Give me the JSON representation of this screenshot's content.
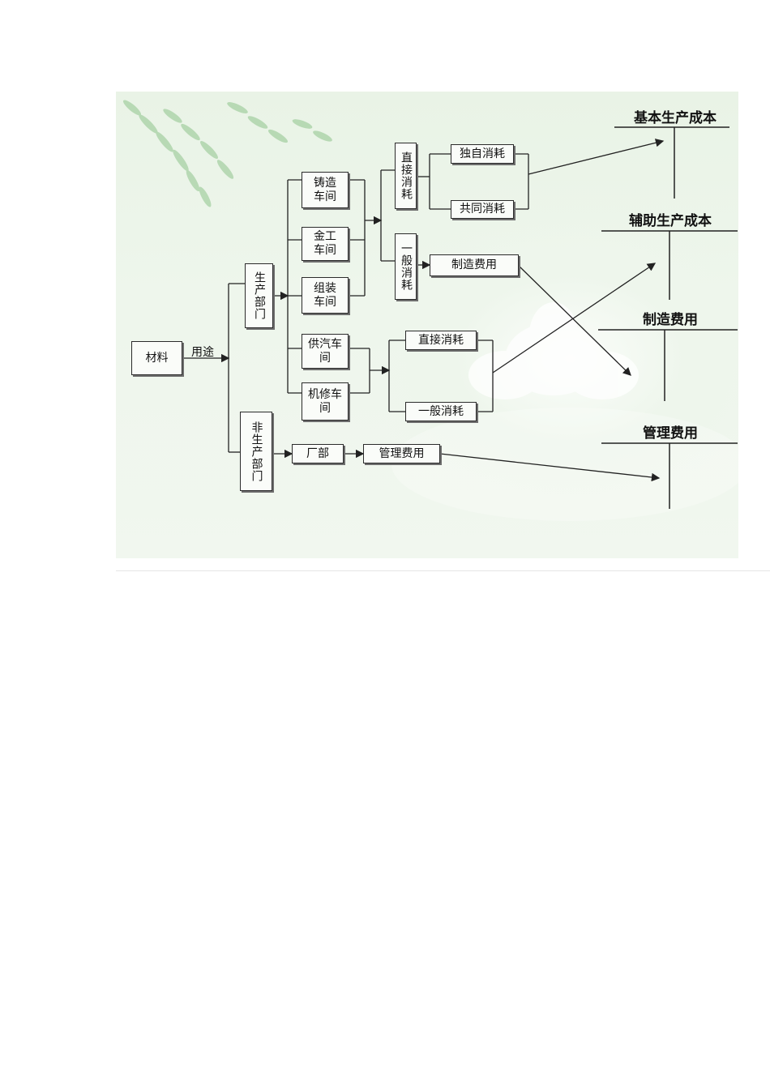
{
  "diagram": {
    "root": "材料",
    "root_edge_label": "用途",
    "production_dept": "生产部门",
    "non_production_dept": "非生产部门",
    "workshops": [
      "铸造车间",
      "金工车间",
      "组装车间",
      "供汽车间",
      "机修车间"
    ],
    "consumption_types": [
      "直接消耗",
      "一般消耗"
    ],
    "direct_split": [
      "独自消耗",
      "共同消耗"
    ],
    "general_expense": "制造费用",
    "aux_direct": "直接消耗",
    "aux_general": "一般消耗",
    "factory_dept": "厂部",
    "admin_expense": "管理费用",
    "accounts": [
      "基本生产成本",
      "辅助生产成本",
      "制造费用",
      "管理费用"
    ]
  }
}
